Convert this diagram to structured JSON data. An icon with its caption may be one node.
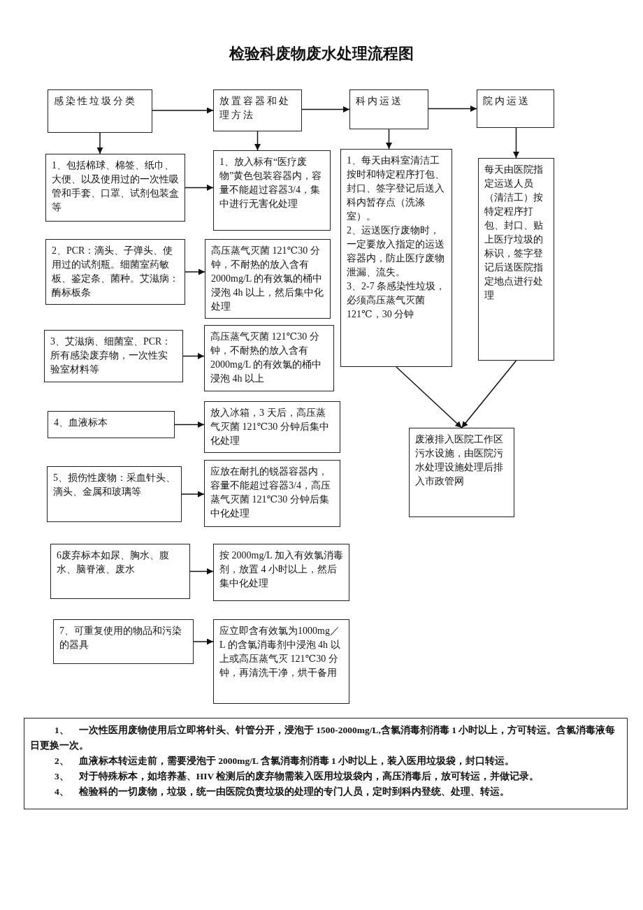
{
  "diagram": {
    "title": "检验科废物废水处理流程图",
    "nodes": [
      {
        "text": [
          "感染性垃圾分类"
        ]
      },
      {
        "text": [
          "放置容器和处理方法"
        ]
      },
      {
        "text": [
          "科内运送"
        ]
      },
      {
        "text": [
          "院内运送"
        ]
      },
      {
        "text": [
          "1、包括棉球、棉签、纸巾、大便、以及使用过的一次性吸管和手套、口罩、试剂包装盒等"
        ]
      },
      {
        "text": [
          "1、放入标有“医疗废物”黄色包装容器内，容量不能超过容器3/4，集中进行无害化处理"
        ]
      },
      {
        "text": [
          "1、每天由科室清洁工按时和特定程序打包、封口、签字登记后送入科内暂存点（洗涤室）。",
          "2、运送医疗废物时，一定要放入指定的运送容器内，防止医疗废物泄漏、流失。",
          "3、2-7 条感染性垃圾，必须高压蒸气灭菌 121℃，30 分钟"
        ]
      },
      {
        "text": [
          "每天由医院指定运送人员（清洁工）按特定程序打包、封口、贴上医疗垃圾的标识，签字登记后送医院指定地点进行处理"
        ]
      },
      {
        "text": [
          "2、PCR：滴头、子弹头、使用过的试剂瓶。细菌室药敏板、鉴定条、菌种。艾滋病：酶标板条"
        ]
      },
      {
        "text": [
          "高压蒸气灭菌 121℃30 分钟，不耐热的放入含有2000mg/L 的有效氯的桶中浸泡 4h 以上，然后集中化处理"
        ]
      },
      {
        "text": [
          "3、艾滋病、细菌室、PCR：所有感染废弃物，一次性实验室材料等"
        ]
      },
      {
        "text": [
          "高压蒸气灭菌 121℃30 分钟，不耐热的放入含有 2000mg/L 的有效氯的桶中浸泡 4h 以上"
        ]
      },
      {
        "text": [
          "4、血液标本"
        ]
      },
      {
        "text": [
          "放入冰箱，3 天后，高压蒸气灭菌 121℃30 分钟后集中化处理"
        ]
      },
      {
        "text": [
          "5、损伤性废物：采血针头、滴头、金属和玻璃等"
        ]
      },
      {
        "text": [
          "应放在耐扎的锐器容器内，容量不能超过容器3/4，高压蒸气灭菌 121℃30 分钟后集中化处理"
        ]
      },
      {
        "text": [
          "6废弃标本如尿、胸水、腹水、脑脊液、废水"
        ]
      },
      {
        "text": [
          "按 2000mg/L 加入有效氯消毒剂，放置 4 小时以上，然后集中化处理"
        ]
      },
      {
        "text": [
          "7、可重复使用的物品和污染的器具"
        ]
      },
      {
        "text": [
          "应立即含有效氯为1000mg／L 的含氯消毒剂中浸泡 4h 以上或高压蒸气灭 121℃30 分钟，再清洗干净，烘干备用"
        ]
      },
      {
        "text": [
          "废液排入医院工作区污水设施，由医院污水处理设施处理后排入市政管网"
        ]
      },
      {
        "text": [
          "1、　一次性医用废物使用后立即将针头、针管分开，浸泡于 1500-2000mg/L,含氯消毒剂消毒 1 小时以上，方可转运。含氯消毒液每日更换一次。",
          "2、　血液标本转运走前，需要浸泡于 2000mg/L 含氯消毒剂消毒 1 小时以上，装入医用垃圾袋，封口转运。",
          "3、　对于特殊标本，如培养基、HIV 检测后的废弃物需装入医用垃圾袋内，高压消毒后，放可转运，并做记录。",
          "4、　检验科的一切废物，垃圾，统一由医院负责垃圾的处理的专门人员，定时到科内登统、处理、转运。"
        ]
      }
    ],
    "edges": [
      {
        "from": 0,
        "to": 1,
        "arrow": "to"
      },
      {
        "from": 1,
        "to": 2,
        "arrow": "to"
      },
      {
        "from": 2,
        "to": 3,
        "arrow": "to"
      },
      {
        "from": 0,
        "to": 4,
        "arrow": "to"
      },
      {
        "from": 1,
        "to": 5,
        "arrow": "to"
      },
      {
        "from": 2,
        "to": 6,
        "arrow": "to"
      },
      {
        "from": 3,
        "to": 7,
        "arrow": "to"
      },
      {
        "from": 4,
        "to": 5,
        "arrow": "to"
      },
      {
        "from": 8,
        "to": 9,
        "arrow": "to"
      },
      {
        "from": 10,
        "to": 11,
        "arrow": "to"
      },
      {
        "from": 12,
        "to": 13,
        "arrow": "to"
      },
      {
        "from": 14,
        "to": 15,
        "arrow": "to"
      },
      {
        "from": 16,
        "to": 17,
        "arrow": "to"
      },
      {
        "from": 18,
        "to": 19,
        "arrow": "to"
      },
      {
        "from": 6,
        "to": 20,
        "arrow": "to"
      },
      {
        "from": 7,
        "to": 20,
        "arrow": "to"
      }
    ]
  }
}
